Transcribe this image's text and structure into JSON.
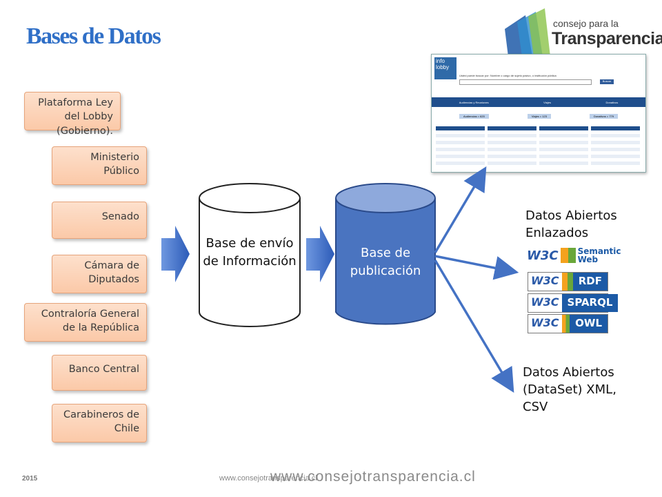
{
  "title": "Bases de Datos",
  "logo": {
    "line1": "consejo para la",
    "line2": "Transparencia"
  },
  "sources": [
    "Plataforma Ley del Lobby (Gobierno).",
    "Ministerio Público",
    "Senado",
    "Cámara de Diputados",
    "Contraloría General de la República",
    "Banco Central",
    "Carabineros de Chile"
  ],
  "db_envio": "Base de envío de Información",
  "db_publicacion": "Base de publicación",
  "outputs": {
    "linked": "Datos Abiertos Enlazados",
    "dataset": "Datos Abiertos (DataSet) XML, CSV"
  },
  "badges": {
    "semantic_w3c": "W3C",
    "semantic": "Semantic Web",
    "rdf": "RDF",
    "sparql": "SPARQL",
    "owl": "OWL"
  },
  "infolobby": {
    "logo": "info lobby",
    "search_hint": "Usted puede buscar por: Nombre o cargo de sujeto pasivo, o institución pública",
    "button": "Buscar",
    "tabs": [
      "Audiencias y Reuniones",
      "Viajes",
      "Donativos"
    ],
    "counts": [
      "Audiencias = 620",
      "Viajes = 123",
      "Donativos = 779"
    ]
  },
  "footer": {
    "year": "2015",
    "url_small": "www.consejotransparencia.cl",
    "url_large": "www.consejotransparencia.cl"
  },
  "colors": {
    "title": "#2f6fc7",
    "arrow": "#4472c4",
    "db_pub": "#4a74c0",
    "source_fill": "#fbc9a8"
  }
}
